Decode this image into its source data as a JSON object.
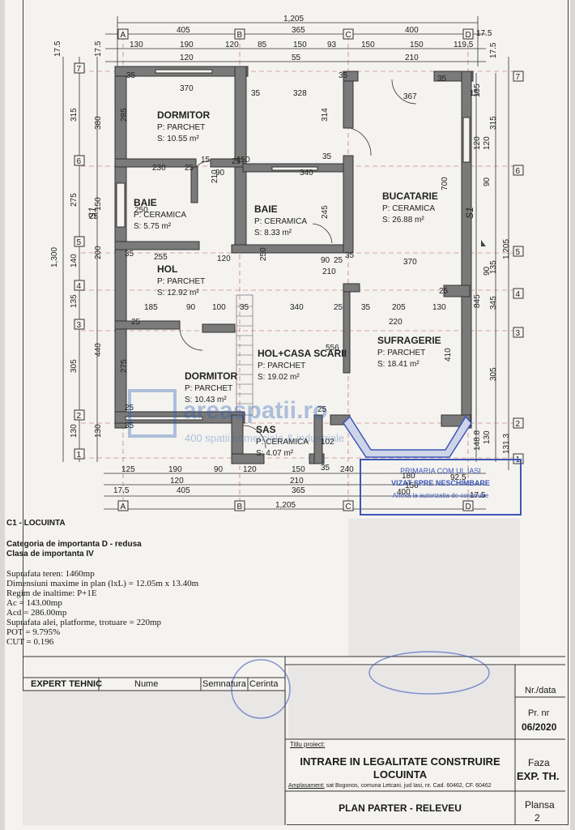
{
  "plan": {
    "grid_top": [
      "A",
      "B",
      "C",
      "D"
    ],
    "grid_bottom": [
      "A",
      "B",
      "C",
      "D"
    ],
    "grid_right": [
      "7",
      "6",
      "5",
      "4",
      "3",
      "2",
      "1"
    ],
    "grid_left": [
      "7",
      "6",
      "5",
      "4",
      "3",
      "2",
      "1"
    ],
    "top_dims": {
      "total": "1,205",
      "row2": [
        "405",
        "365",
        "400"
      ],
      "row3": [
        "130",
        "190",
        "120",
        "85",
        "150",
        "93",
        "150",
        "150",
        "119.5"
      ],
      "row4": [
        "120",
        "55",
        "210"
      ],
      "offset": "17.5"
    },
    "bottom_dims": {
      "row1": [
        "125",
        "190",
        "90",
        "120",
        "150",
        "240"
      ],
      "row2": [
        "120",
        "210",
        "400"
      ],
      "row3": [
        "17.5",
        "405",
        "365",
        "17.5"
      ],
      "total": "1,205",
      "extra": [
        "180",
        "150",
        "92.5"
      ]
    },
    "left_dims": {
      "total": "1,300",
      "outer": [
        "17.5",
        "315",
        "275",
        "140",
        "135",
        "305",
        "130"
      ],
      "inner": [
        "17.5",
        "380",
        "150",
        "200",
        "440",
        "130"
      ]
    },
    "right_dims": {
      "total": "1,205",
      "outer": [
        "17.5",
        "315",
        "135",
        "345",
        "305",
        "131.3"
      ],
      "inner": [
        "135",
        "120",
        "700",
        "845",
        "148.8"
      ],
      "mid": [
        "120",
        "90",
        "90",
        "130"
      ]
    },
    "interior_dims": [
      "35",
      "370",
      "35",
      "328",
      "367",
      "35",
      "285",
      "35",
      "314",
      "35",
      "230",
      "25",
      "90",
      "25",
      "340",
      "210",
      "250",
      "245",
      "255",
      "120",
      "250",
      "25",
      "90",
      "370",
      "210",
      "185",
      "90",
      "100",
      "340",
      "25",
      "35",
      "205",
      "220",
      "130",
      "556",
      "275",
      "410",
      "25",
      "35",
      "102",
      "35",
      "25",
      "15",
      "15",
      "150",
      "25",
      "35",
      "25",
      "25",
      "35",
      "35"
    ],
    "rooms": [
      {
        "name": "DORMITOR",
        "floor": "P: PARCHET",
        "area": "S: 10.55 m²"
      },
      {
        "name": "BAIE",
        "floor": "P: CERAMICA",
        "area": "S: 5.75 m²"
      },
      {
        "name": "BAIE",
        "floor": "P: CERAMICA",
        "area": "S: 8.33 m²"
      },
      {
        "name": "BUCATARIE",
        "floor": "P: CERAMICA",
        "area": "S: 26.88 m²"
      },
      {
        "name": "HOL",
        "floor": "P: PARCHET",
        "area": "S: 12.92 m²"
      },
      {
        "name": "HOL+CASA SCARII",
        "floor": "P: PARCHET",
        "area": "S: 19.02 m²"
      },
      {
        "name": "SUFRAGERIE",
        "floor": "P: PARCHET",
        "area": "S: 18.41 m²"
      },
      {
        "name": "DORMITOR",
        "floor": "P: PARCHET",
        "area": "S: 10.43 m²"
      },
      {
        "name": "SAS",
        "floor": "P: CERAMICA",
        "area": "S: 4.07 m²"
      }
    ],
    "sx_label": "S1",
    "watermark": {
      "brand": "areaspatii.ro",
      "tagline": "400 spatii comerciale & industriale"
    },
    "stamp_lines": [
      "VIZAT",
      "SPRE NESCHIMBARE",
      "Anexa la autorizatia de construire"
    ],
    "stamp_top_lines": [
      "PRIMARIA COM",
      "UL IASI"
    ]
  },
  "info": {
    "title": "C1 - LOCUINTA",
    "categoria": "Categoria de importanta D - redusa",
    "clasa": "Clasa de importanta IV",
    "lines": [
      "Suprafata teren: 1460mp",
      "Dimensiuni maxime in plan (lxL) = 12.05m x 13.40m",
      "Regim de inaltime: P+1E",
      "Ac = 143.00mp",
      "Acd = 286.00mp",
      "Suprafata alei, platforme, trotuare = 220mp",
      "POT = 9.795%",
      "CUT = 0.196"
    ]
  },
  "titleblock": {
    "h_expert": "EXPERT TEHNIC",
    "h_nume": "Nume",
    "h_semnatura": "Semnatura",
    "h_cerinta": "Cerinta",
    "nr_data": "Nr./data",
    "pr_label": "Pr. nr",
    "pr_value": "06/2020",
    "titlu_label": "Titlu proiect:",
    "titlu_1": "INTRARE IN LEGALITATE CONSTRUIRE",
    "titlu_2": "LOCUINTA",
    "amplasament_label": "Amplasament:",
    "amplasament": "sat Bogonos, comuna Letcani, jud Iasi, nr. Cad. 60462, CF. 60462",
    "faza_label": "Faza",
    "faza_value": "EXP. TH.",
    "plan_title": "PLAN PARTER - RELEVEU",
    "plansa_label": "Plansa",
    "plansa_value": "2"
  }
}
